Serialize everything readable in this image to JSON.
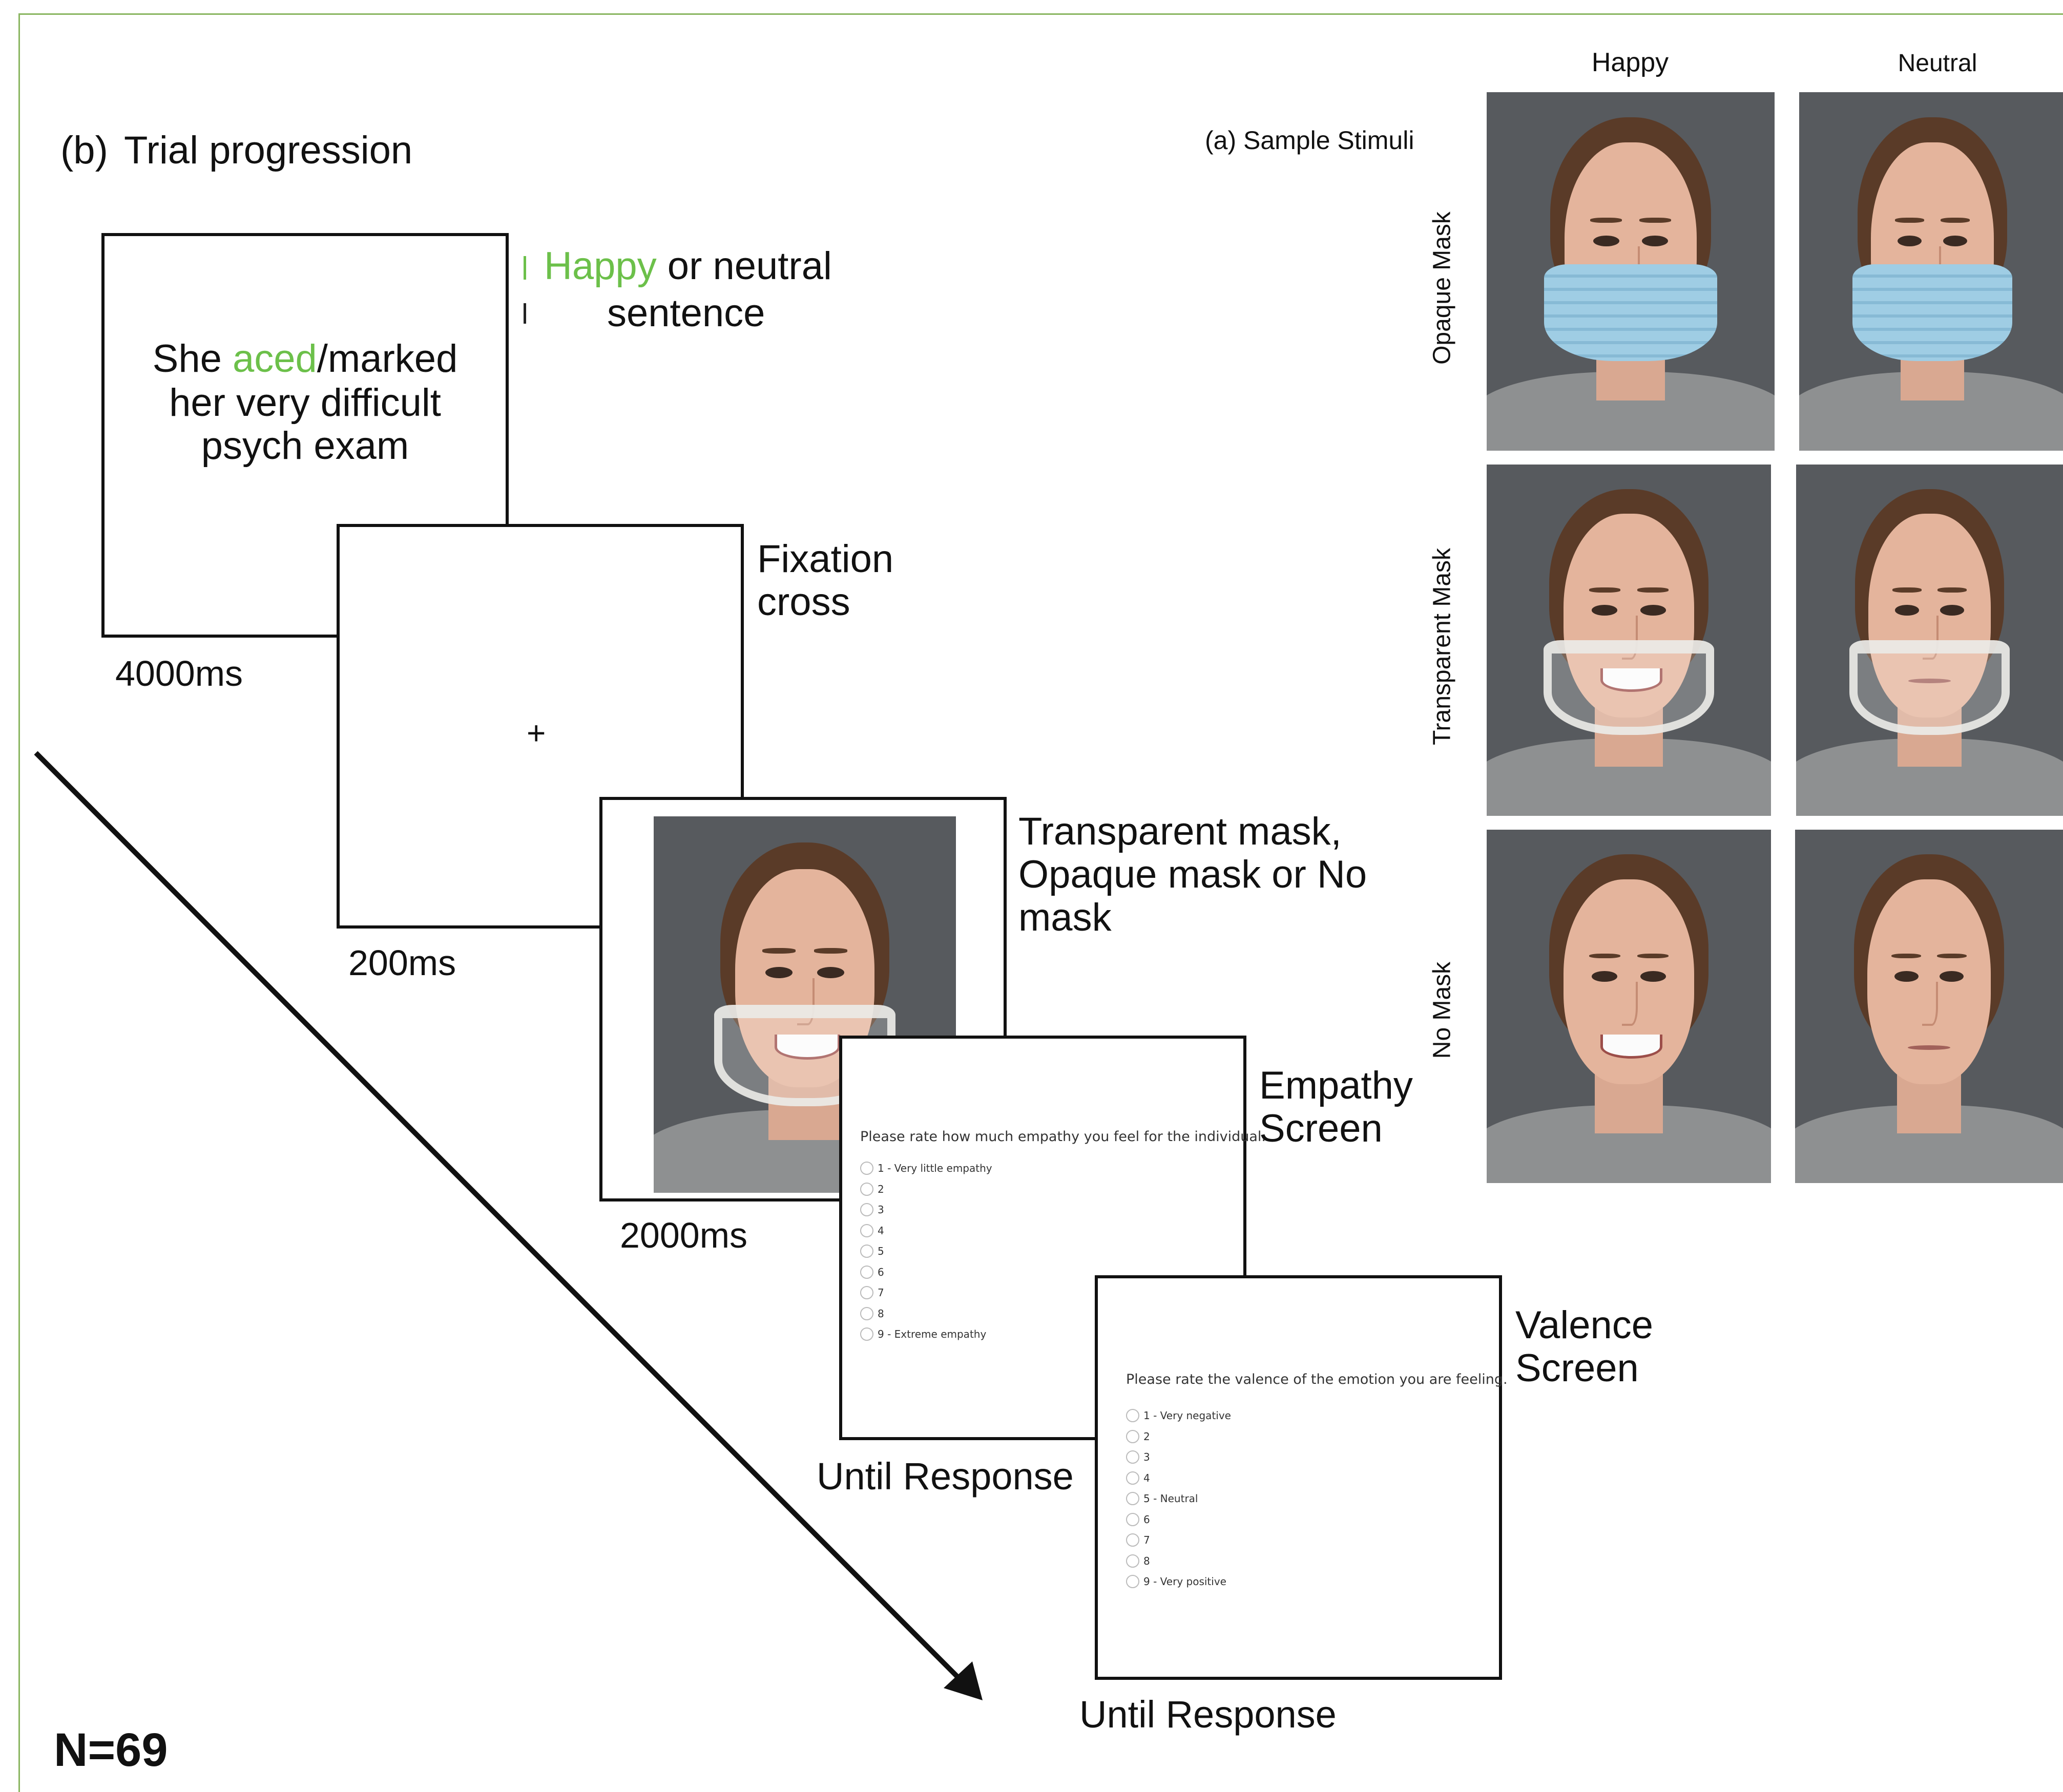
{
  "panel_b": {
    "label": "(b)",
    "title": "Trial progression",
    "stages": [
      {
        "sentence_line1_a": "She ",
        "sentence_line1_green": "aced",
        "sentence_line1_b": "/marked",
        "sentence_line2": "her very difficult",
        "sentence_line3": "psych exam",
        "desc_green": "Happy",
        "desc_rest": " or neutral",
        "desc_line2": "sentence",
        "duration": "4000ms"
      },
      {
        "symbol": "+",
        "desc_line1": "Fixation",
        "desc_line2": "cross",
        "duration": "200ms"
      },
      {
        "desc_line1": "Transparent mask,",
        "desc_line2": "Opaque mask or No",
        "desc_line3": "mask",
        "duration": "2000ms"
      },
      {
        "desc_line1": "Empathy",
        "desc_line2": "Screen",
        "duration": "Until Response",
        "question": "Please rate how much empathy you feel for the individual.",
        "options": [
          "1 - Very little empathy",
          "2",
          "3",
          "4",
          "5",
          "6",
          "7",
          "8",
          "9 - Extreme empathy"
        ]
      },
      {
        "desc_line1": "Valence",
        "desc_line2": "Screen",
        "duration": "Until Response",
        "question": "Please rate the valence of the emotion you are feeling.",
        "options": [
          "1 - Very negative",
          "2",
          "3",
          "4",
          "5 - Neutral",
          "6",
          "7",
          "8",
          "9 - Very positive"
        ]
      }
    ],
    "sample_size": "N=69"
  },
  "panel_a": {
    "title": "(a) Sample Stimuli",
    "columns": [
      "Happy",
      "Neutral"
    ],
    "rows": [
      "Opaque Mask",
      "Transparent Mask",
      "No Mask"
    ]
  },
  "colors": {
    "accent_green": "#6cc04a",
    "frame_green": "#8ab661",
    "photo_background": "#575a5e"
  }
}
